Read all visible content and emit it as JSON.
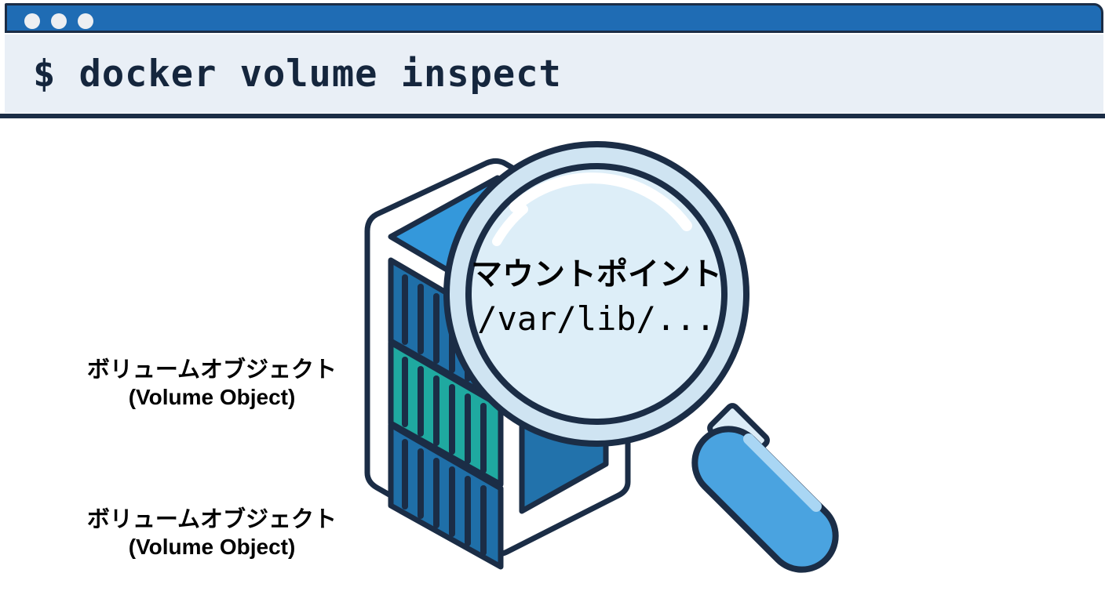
{
  "window": {
    "titlebar": {
      "traffic_lights": [
        {
          "name": "close",
          "color": "#edeff2"
        },
        {
          "name": "minimize",
          "color": "#edeff2"
        },
        {
          "name": "maximize",
          "color": "#edeff2"
        }
      ],
      "bar_color": "#1f6cb4",
      "outline_color": "#1b2d46"
    },
    "command_bar": {
      "background": "#e9eff6",
      "prompt_command": "$ docker volume inspect",
      "text_color": "#15263d"
    }
  },
  "illustration": {
    "name": "volume-object-with-magnifier",
    "magnifier": {
      "lens_line_1": "マウントポイント",
      "lens_line_2": "/var/lib/...",
      "ring_color": "#cfe4f2",
      "lens_color": "#ddeef8",
      "handle_color": "#4aa3e0",
      "outline_color": "#1b2d46",
      "highlight_color": "#ffffff"
    },
    "volume_box": {
      "frame_color": "#ffffff",
      "outline_color": "#1b2d46",
      "top_face_color": "#3498db",
      "side_panel_colors": [
        "#1f6fa8",
        "#1fa9a0",
        "#1f6fa8"
      ],
      "right_face_color": "#2272ab",
      "stripe_color": "#1b2d46"
    }
  },
  "labels": {
    "volume_object_top": {
      "jp": "ボリュームオブジェクト",
      "en": "(Volume Object)"
    },
    "volume_object_bottom": {
      "jp": "ボリュームオブジェクト",
      "en": "(Volume Object)"
    }
  }
}
